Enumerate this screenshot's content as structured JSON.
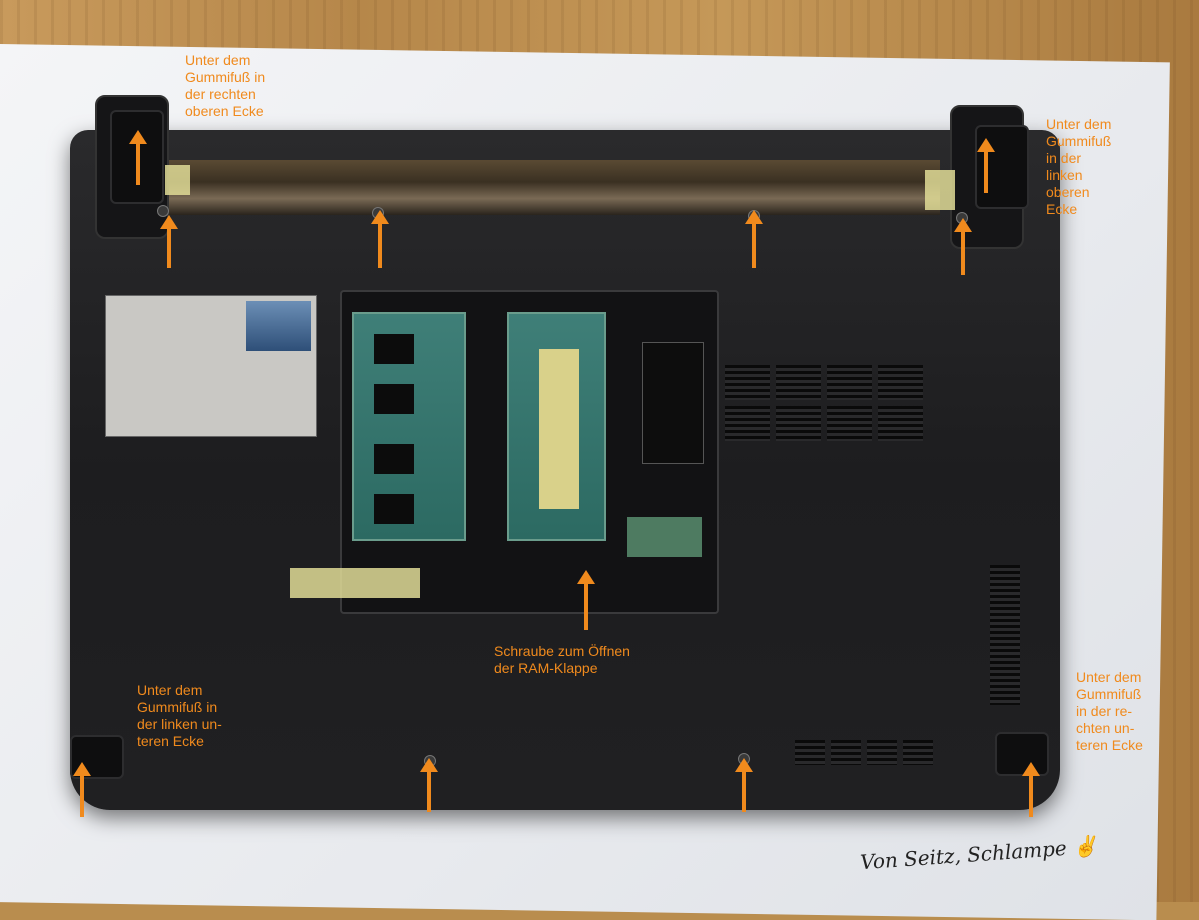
{
  "annotations": {
    "top_left": "Unter dem\nGummifuß in\nder rechten\noberen Ecke",
    "top_right": "Unter dem\nGummifuß\nin der\nlinken\noberen\nEcke",
    "center": "Schraube zum Öffnen\nder RAM-Klappe",
    "bottom_left": "Unter dem\nGummifuß in\nder linken un-\nteren Ecke",
    "bottom_right": "Unter dem\nGummifuß\nin der re-\nchten un-\nteren Ecke"
  },
  "signature": "Von Seitz, Schlampe ✌",
  "colors": {
    "annotation": "#f08a1d",
    "laptop": "#1e1e20"
  }
}
